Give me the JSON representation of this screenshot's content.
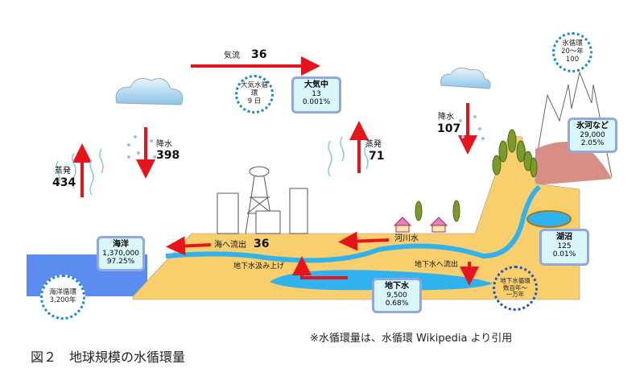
{
  "atmosphere": {
    "airflow_label": "気流",
    "airflow_value": "36",
    "cycle": {
      "label": "大気水循環",
      "value": "9 日"
    },
    "box": {
      "title": "大気中",
      "volume": "13",
      "percent": "0.001%"
    }
  },
  "ocean_side": {
    "evap_label": "蒸発",
    "evap_value": "434",
    "precip_label": "降水",
    "precip_value": "398"
  },
  "land_side": {
    "evap_label": "蒸発",
    "evap_value": "71",
    "precip_label": "降水",
    "precip_value": "107"
  },
  "glacier": {
    "cycle": {
      "line1": "氷循環",
      "line2": "20～年",
      "line3": "100"
    },
    "box": {
      "title": "氷河など",
      "volume": "29,000",
      "percent": "2.05%"
    }
  },
  "ocean": {
    "box": {
      "title": "海洋",
      "volume": "1,370,000",
      "percent": "97.25%"
    },
    "cycle": {
      "label": "海洋循環",
      "value": "3,200年"
    }
  },
  "flows": {
    "to_sea_label": "海へ流出",
    "to_sea_value": "36",
    "river": "河川水",
    "pumping": "地下水汲み上げ",
    "to_ground": "地下水へ流出"
  },
  "lake": {
    "title": "湖沼",
    "volume": "125",
    "percent": "0.01%"
  },
  "groundwater": {
    "box": {
      "title": "地下水",
      "volume": "9,500",
      "percent": "0.68%"
    },
    "cycle": {
      "line1": "地下水循環",
      "line2": "数百年～",
      "line3": "一万年"
    }
  },
  "caption": "図２　地球規模の水循環量",
  "source_note": "※水循環量は、水循環 Wikipedia より引用"
}
